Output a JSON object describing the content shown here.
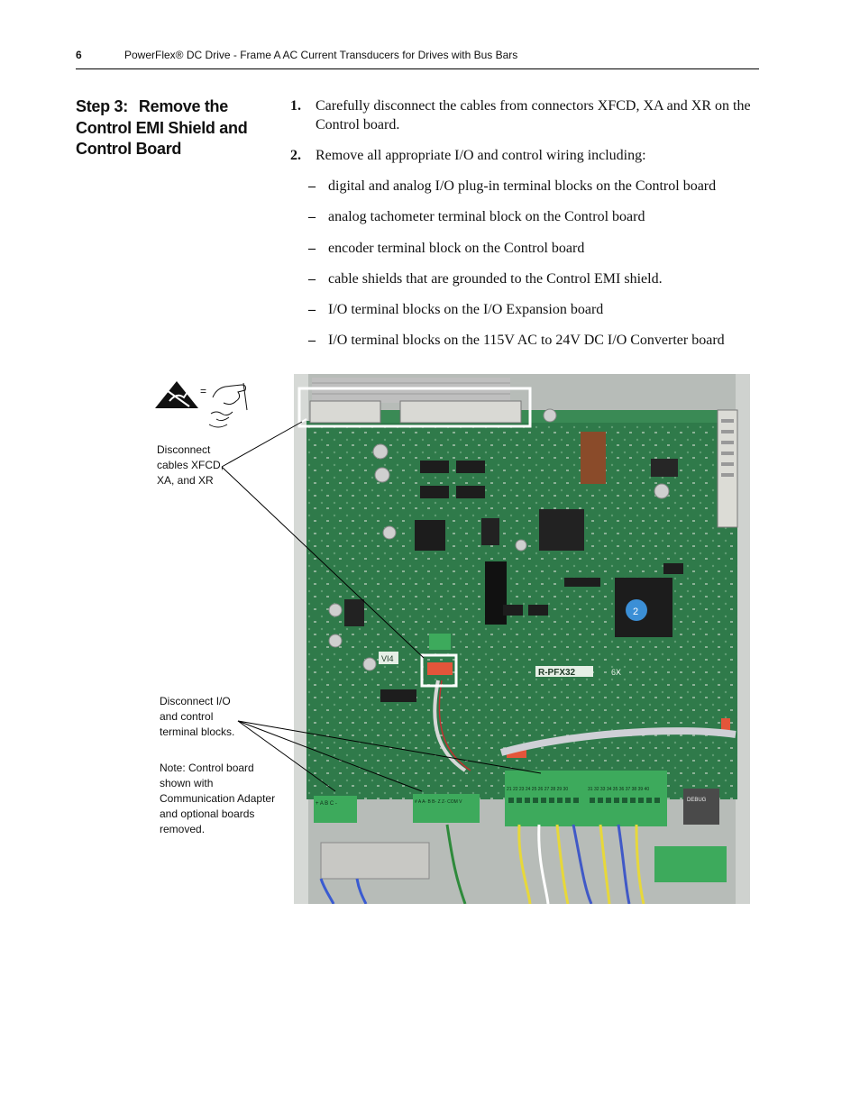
{
  "header": {
    "page_number": "6",
    "title": "PowerFlex® DC Drive - Frame A AC Current Transducers for Drives with Bus Bars"
  },
  "step": {
    "label": "Step 3:",
    "title": "Remove the Control EMI Shield and Control Board"
  },
  "instructions": [
    {
      "num": "1.",
      "text": "Carefully disconnect the cables from connectors XFCD, XA and XR on the Control board."
    },
    {
      "num": "2.",
      "text": "Remove all appropriate I/O and control wiring including:"
    }
  ],
  "sub_items": [
    "digital and analog I/O plug-in terminal blocks on the Control board",
    "analog tachometer terminal block on the Control board",
    "encoder terminal block on the Control board",
    "cable shields that are grounded to the Control EMI shield.",
    "I/O terminal blocks on the I/O Expansion board",
    "I/O terminal blocks on the 115V AC to 24V DC I/O Converter board"
  ],
  "bullet_dash": "–",
  "esd_symbol": {
    "equals": "="
  },
  "callouts": {
    "cables": [
      "Disconnect",
      "cables XFCD,",
      "XA, and XR"
    ],
    "terminals": [
      "Disconnect I/O",
      "and control",
      "terminal blocks."
    ],
    "note": [
      "Note: Control board",
      "shown with",
      "Communication Adapter",
      "and optional boards",
      "removed."
    ]
  },
  "photo_labels": {
    "board_name": "R-PFX32",
    "board_suffix": "6X",
    "vi4": "VI4",
    "chip_mark": "2",
    "debug": "DEBUG",
    "terminal_numbers_a": "21 22 23 24 25 26 27 28 29 30",
    "terminal_numbers_b": "31 32 33 34 35 36 37 38 39 40",
    "tach_labels": "+  A  B  C  -",
    "enc_labels": "#  A  A-  B  B-  Z  Z- COM  V"
  },
  "colors": {
    "pcb_green": "#2f7a4a",
    "terminal_green": "#3daa5c",
    "highlight_box": "#ffffff",
    "leader_line": "#000000"
  }
}
